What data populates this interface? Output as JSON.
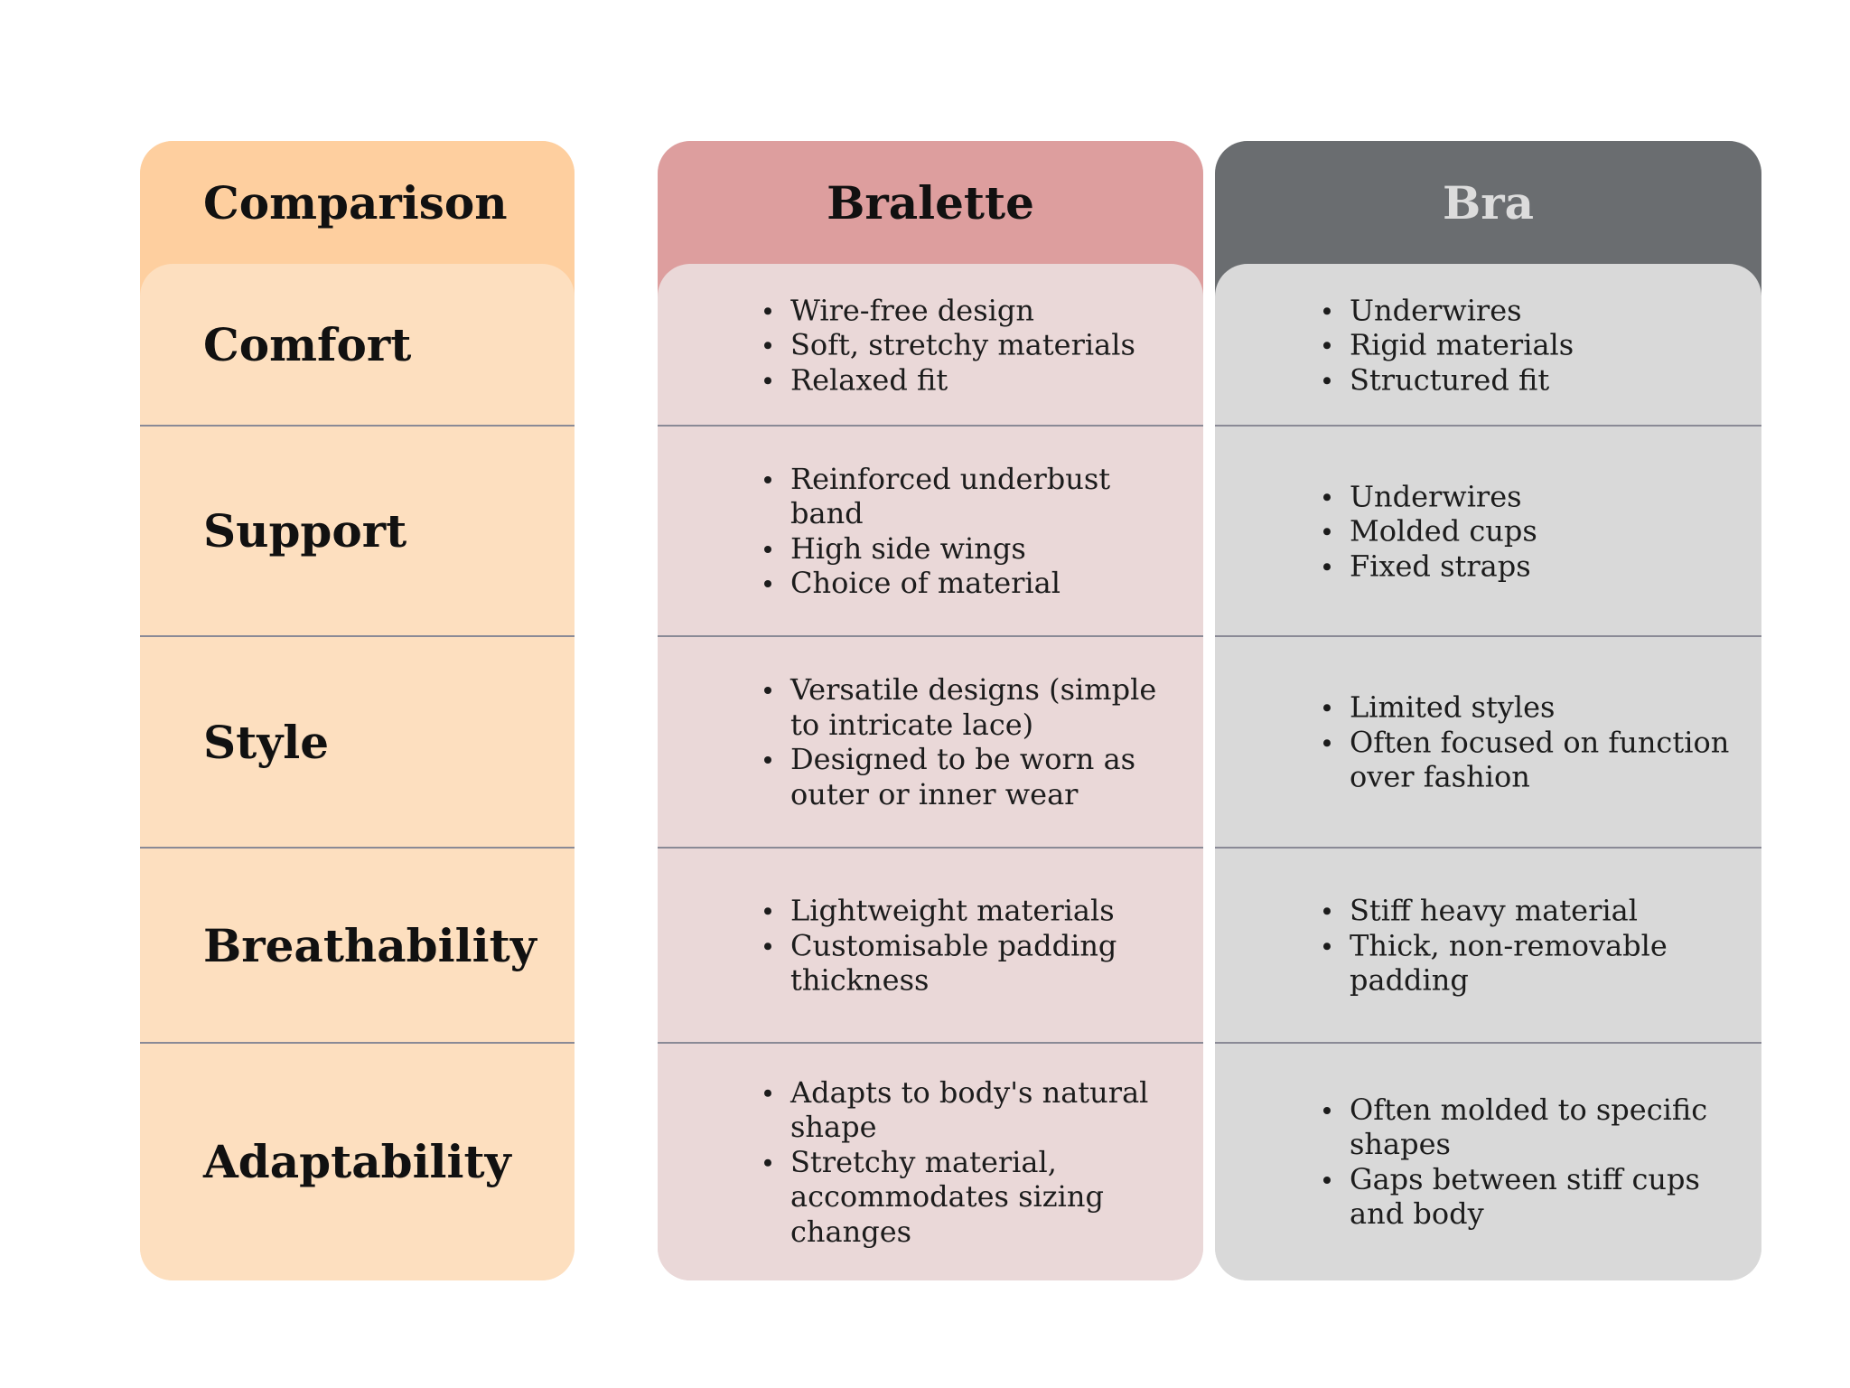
{
  "headers": {
    "comparison": "Comparison",
    "bralette": "Bralette",
    "bra": "Bra"
  },
  "rows": [
    {
      "label": "Comfort",
      "bralette": [
        "Wire-free design",
        "Soft, stretchy materials",
        "Relaxed fit"
      ],
      "bra": [
        "Underwires",
        "Rigid materials",
        "Structured fit"
      ]
    },
    {
      "label": "Support",
      "bralette": [
        "Reinforced underbust band",
        "High side wings",
        "Choice of material"
      ],
      "bra": [
        "Underwires",
        "Molded cups",
        "Fixed straps"
      ]
    },
    {
      "label": "Style",
      "bralette": [
        "Versatile designs (simple to intricate lace)",
        "Designed to be worn as outer or inner wear"
      ],
      "bra": [
        "Limited styles",
        "Often focused on function over fashion"
      ]
    },
    {
      "label": "Breathability",
      "bralette": [
        "Lightweight materials",
        "Customisable padding thickness"
      ],
      "bra": [
        "Stiff heavy material",
        "Thick, non-removable padding"
      ]
    },
    {
      "label": "Adaptability",
      "bralette": [
        "Adapts to body's natural shape",
        "Stretchy material, accommodates sizing changes"
      ],
      "bra": [
        "Often molded to specific shapes",
        "Gaps between stiff cups and body"
      ]
    }
  ],
  "colors": {
    "comparison_header": "#fecf9f",
    "comparison_body": "#fddfbf",
    "bralette_header": "#dd9e9e",
    "bralette_body": "#ead8d8",
    "bra_header": "#6a6d70",
    "bra_body": "#d9d9d9"
  }
}
